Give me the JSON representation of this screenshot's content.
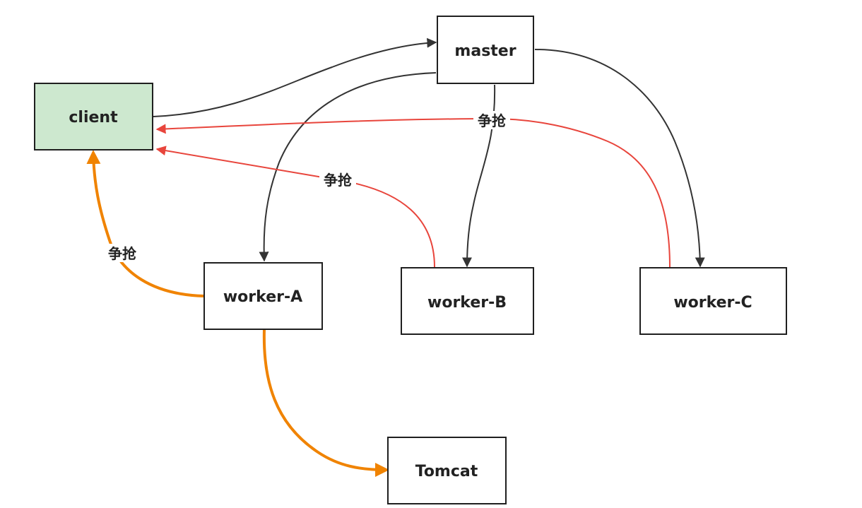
{
  "nodes": {
    "client": {
      "label": "client",
      "fill": "#cde8cf"
    },
    "master": {
      "label": "master",
      "fill": "#ffffff"
    },
    "worker_a": {
      "label": "worker-A",
      "fill": "#ffffff"
    },
    "worker_b": {
      "label": "worker-B",
      "fill": "#ffffff"
    },
    "worker_c": {
      "label": "worker-C",
      "fill": "#ffffff"
    },
    "tomcat": {
      "label": "Tomcat",
      "fill": "#ffffff"
    }
  },
  "edges": {
    "client_to_master": {
      "color": "#333333"
    },
    "master_to_worker_a": {
      "color": "#333333"
    },
    "master_to_worker_b": {
      "color": "#333333"
    },
    "master_to_worker_c": {
      "color": "#333333"
    },
    "worker_c_to_client": {
      "color": "#e8453c",
      "label": "争抢"
    },
    "worker_b_to_client": {
      "color": "#e8453c",
      "label": "争抢"
    },
    "worker_a_to_client": {
      "color": "#f08300",
      "label": "争抢"
    },
    "worker_a_to_tomcat": {
      "color": "#f08300"
    }
  }
}
